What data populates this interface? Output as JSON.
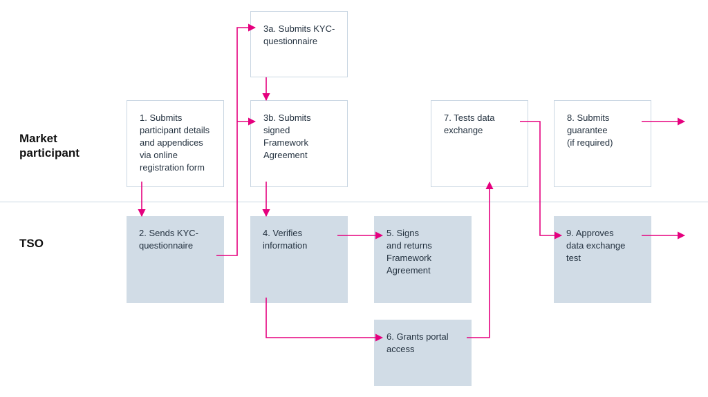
{
  "lanes": {
    "market_participant": "Market\nparticipant",
    "tso": "TSO"
  },
  "steps": {
    "s1": "1. Submits\nparticipant details\nand appendices\nvia online\nregistration form",
    "s2": "2. Sends KYC-\nquestionnaire",
    "s3a": "3a. Submits KYC-\nquestionnaire",
    "s3b": "3b. Submits\nsigned\nFramework\nAgreement",
    "s4": "4. Verifies\ninformation",
    "s5": "5. Signs\nand returns\nFramework\nAgreement",
    "s6": "6. Grants portal\naccess",
    "s7": "7.  Tests data\nexchange",
    "s8": "8. Submits\nguarantee\n(if required)",
    "s9": "9. Approves\ndata exchange\ntest"
  },
  "colors": {
    "connector": "#e5007e",
    "box_border": "#c9d6e2",
    "box_fill": "#d1dce6",
    "divider": "#c9d6e2"
  }
}
